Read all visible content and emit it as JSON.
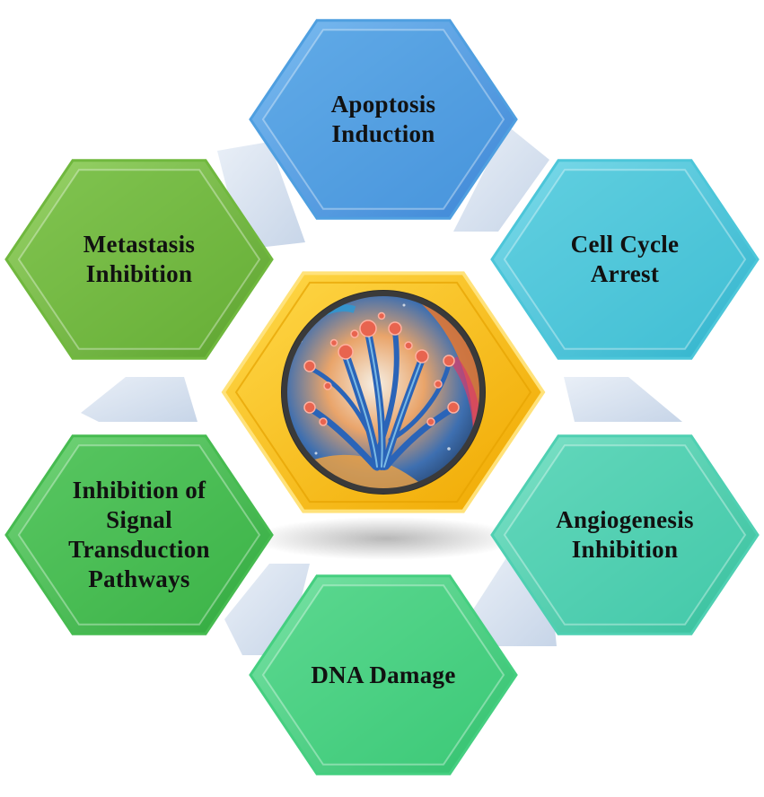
{
  "diagram": {
    "center": {
      "image": "cancer-cell-illustration",
      "colors": {
        "fill": "#f5b800",
        "rim": "#2b2b2b"
      }
    },
    "nodes": [
      {
        "id": "apoptosis-induction",
        "lines": [
          "Apoptosis",
          "Induction"
        ],
        "color": "#4f9fe0"
      },
      {
        "id": "cell-cycle-arrest",
        "lines": [
          "Cell Cycle",
          "Arrest"
        ],
        "color": "#4cc6d9"
      },
      {
        "id": "angiogenesis-inhibition",
        "lines": [
          "Angiogenesis",
          "Inhibition"
        ],
        "color": "#4fd0b2"
      },
      {
        "id": "dna-damage",
        "lines": [
          "DNA Damage"
        ],
        "color": "#45cf80"
      },
      {
        "id": "inhibition-of-signal-transduction-pathways",
        "lines": [
          "Inhibition of",
          "Signal",
          "Transduction",
          "Pathways"
        ],
        "color": "#46bb50"
      },
      {
        "id": "metastasis-inhibition",
        "lines": [
          "Metastasis",
          "Inhibition"
        ],
        "color": "#70b83e"
      }
    ]
  }
}
